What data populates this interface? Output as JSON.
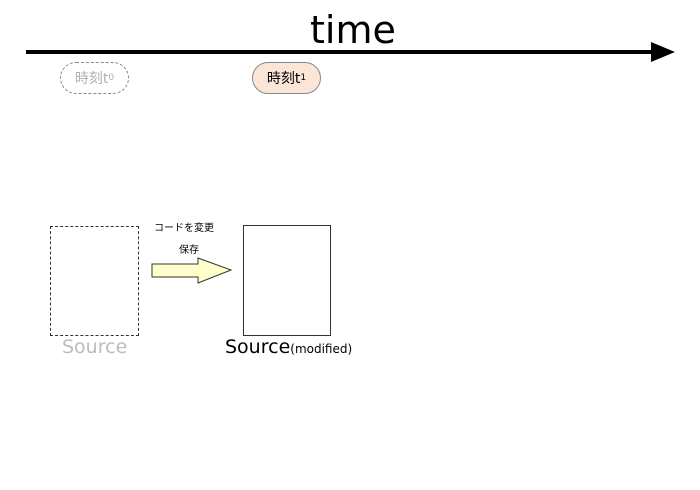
{
  "timeline": {
    "title": "time"
  },
  "time_points": {
    "t0": {
      "label": "時刻t",
      "subscript": "0"
    },
    "t1": {
      "label": "時刻t",
      "subscript": "1"
    }
  },
  "documents": {
    "original": {
      "caption": "Source",
      "style": "dashed"
    },
    "modified": {
      "caption": "Source",
      "suffix": "(modified)",
      "style": "solid"
    }
  },
  "transition": {
    "line1": "コードを変更",
    "line2": "保存"
  },
  "colors": {
    "t1_fill": "#fbe5d6",
    "arrow_fill": "#ffffcc",
    "faded_text": "#bdbdbd"
  }
}
